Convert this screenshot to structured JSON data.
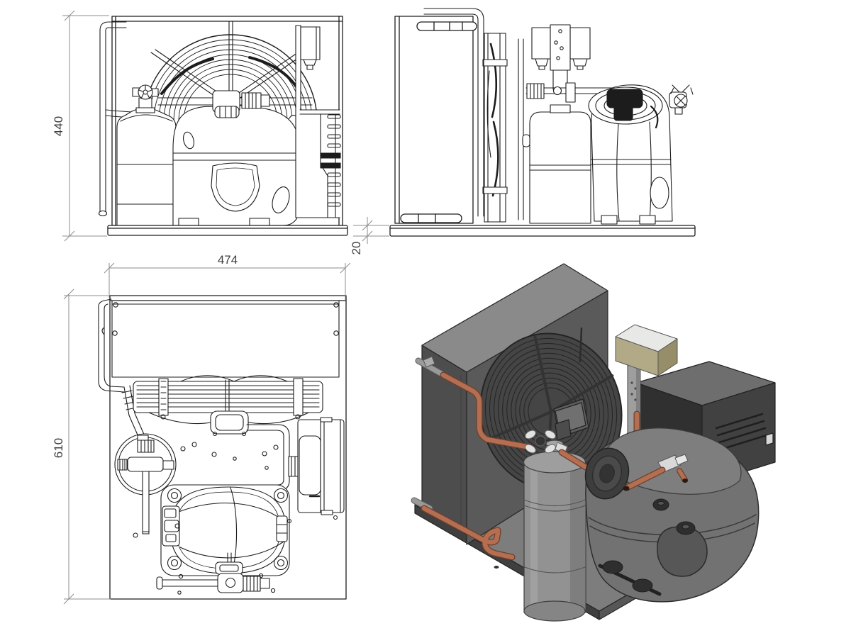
{
  "document": {
    "kind": "cad-multiview-technical-drawing",
    "background": "#ffffff"
  },
  "dimensions": {
    "front_height": "440",
    "base_thickness": "20",
    "top_width": "474",
    "top_depth": "610"
  },
  "colors": {
    "line": "#1c1c1c",
    "dim_line": "#8c8c8c",
    "dim_text": "#3f3f3f",
    "housing_top": "#8a8a8a",
    "housing_left": "#4d4d4d",
    "housing_right": "#5a5a5a",
    "grille_bg": "#454545",
    "grille_ring": "#262626",
    "base_top": "#7d7d7d",
    "base_left": "#3f3f3f",
    "base_right": "#575757",
    "copper": "#b46e51",
    "copper_dark": "#6f3f2b",
    "tank": "#929292",
    "tank_top": "#9e9e9e",
    "compressor": "#727272",
    "compressor_top": "#7e7e7e",
    "compressor_cover": "#575757",
    "elec_top": "#6e6e6e",
    "elec_right": "#414141",
    "elec_left": "#303030",
    "terminal_top": "#e8e8e6",
    "terminal_front": "#b2aa86",
    "terminal_side": "#968e68",
    "post": "#9e9e9e",
    "steel_pipe": "#9a9a9a"
  }
}
